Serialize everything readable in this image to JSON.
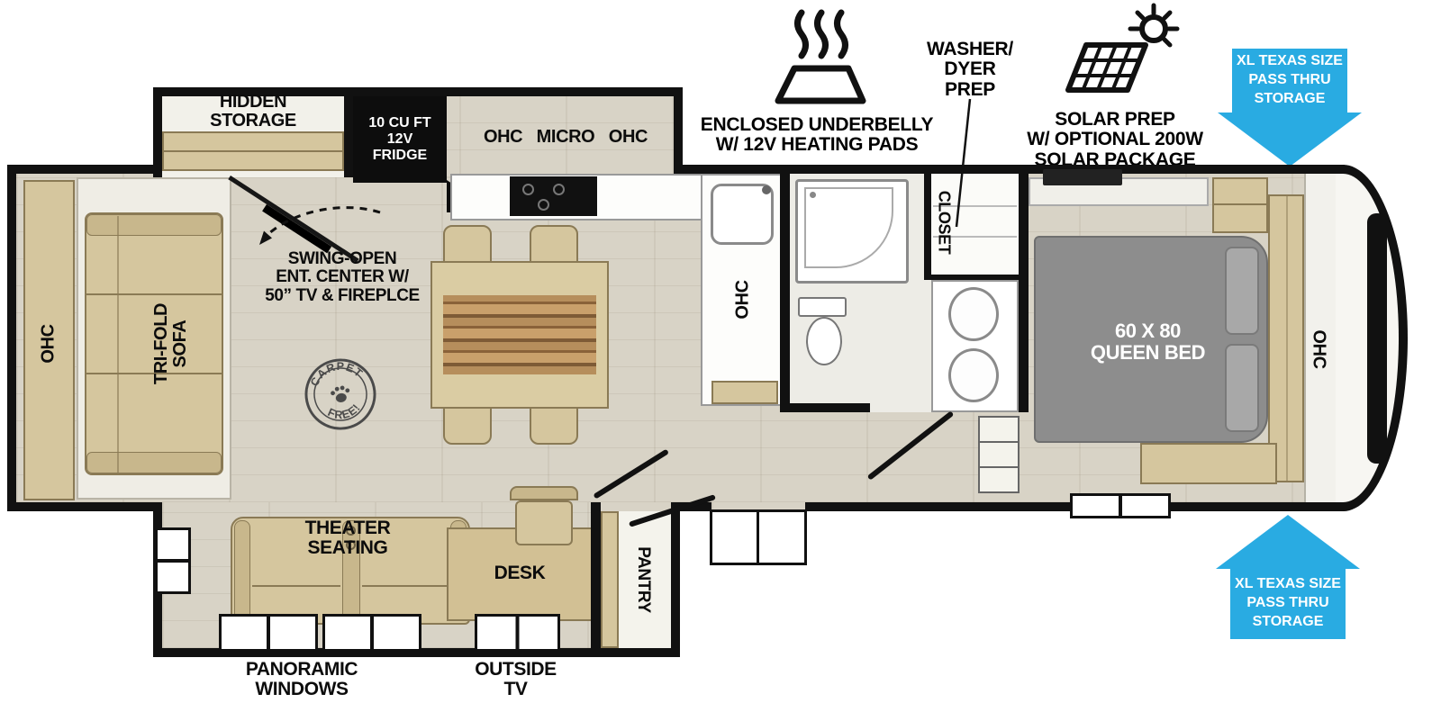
{
  "colors": {
    "accent_blue": "#29ABE2",
    "wall_black": "#111111",
    "floor_wood": "#D8D3C6",
    "furniture_tan": "#D5C69E",
    "bed_gray": "#8D8D8D"
  },
  "callouts": {
    "underbelly": {
      "icon": "heating-pads-icon",
      "line1": "ENCLOSED UNDERBELLY",
      "line2": "W/ 12V HEATING PADS"
    },
    "washer_dryer": {
      "line1": "WASHER/",
      "line2": "DYER",
      "line3": "PREP"
    },
    "solar": {
      "icon": "solar-panel-icon",
      "line1": "SOLAR PREP",
      "line2": "W/ OPTIONAL 200W",
      "line3": "SOLAR PACKAGE"
    },
    "pass_thru_top": {
      "line1": "XL TEXAS SIZE",
      "line2": "PASS THRU",
      "line3": "STORAGE"
    },
    "pass_thru_bottom": {
      "line1": "XL TEXAS SIZE",
      "line2": "PASS THRU",
      "line3": "STORAGE"
    }
  },
  "labels": {
    "hidden_storage_line1": "HIDDEN",
    "hidden_storage_line2": "STORAGE",
    "fridge_line1": "10 CU FT",
    "fridge_line2": "12V",
    "fridge_line3": "FRIDGE",
    "kitchen_ohc_row": "OHC   MICRO   OHC",
    "ent_center_line1": "SWING-OPEN",
    "ent_center_line2": "ENT. CENTER W/",
    "ent_center_line3": "50” TV & FIREPLCE",
    "ohc": "OHC",
    "sofa_line1": "TRI-FOLD",
    "sofa_line2": "SOFA",
    "carpet_top": "CARPET",
    "carpet_bottom": "FREE!",
    "closet": "CLOSET",
    "bed_line1": "60 X 80",
    "bed_line2": "QUEEN BED",
    "theater_line1": "THEATER",
    "theater_line2": "SEATING",
    "desk": "DESK",
    "pantry": "PANTRY",
    "panoramic_line1": "PANORAMIC",
    "panoramic_line2": "WINDOWS",
    "outside_tv_line1": "OUTSIDE",
    "outside_tv_line2": "TV"
  }
}
